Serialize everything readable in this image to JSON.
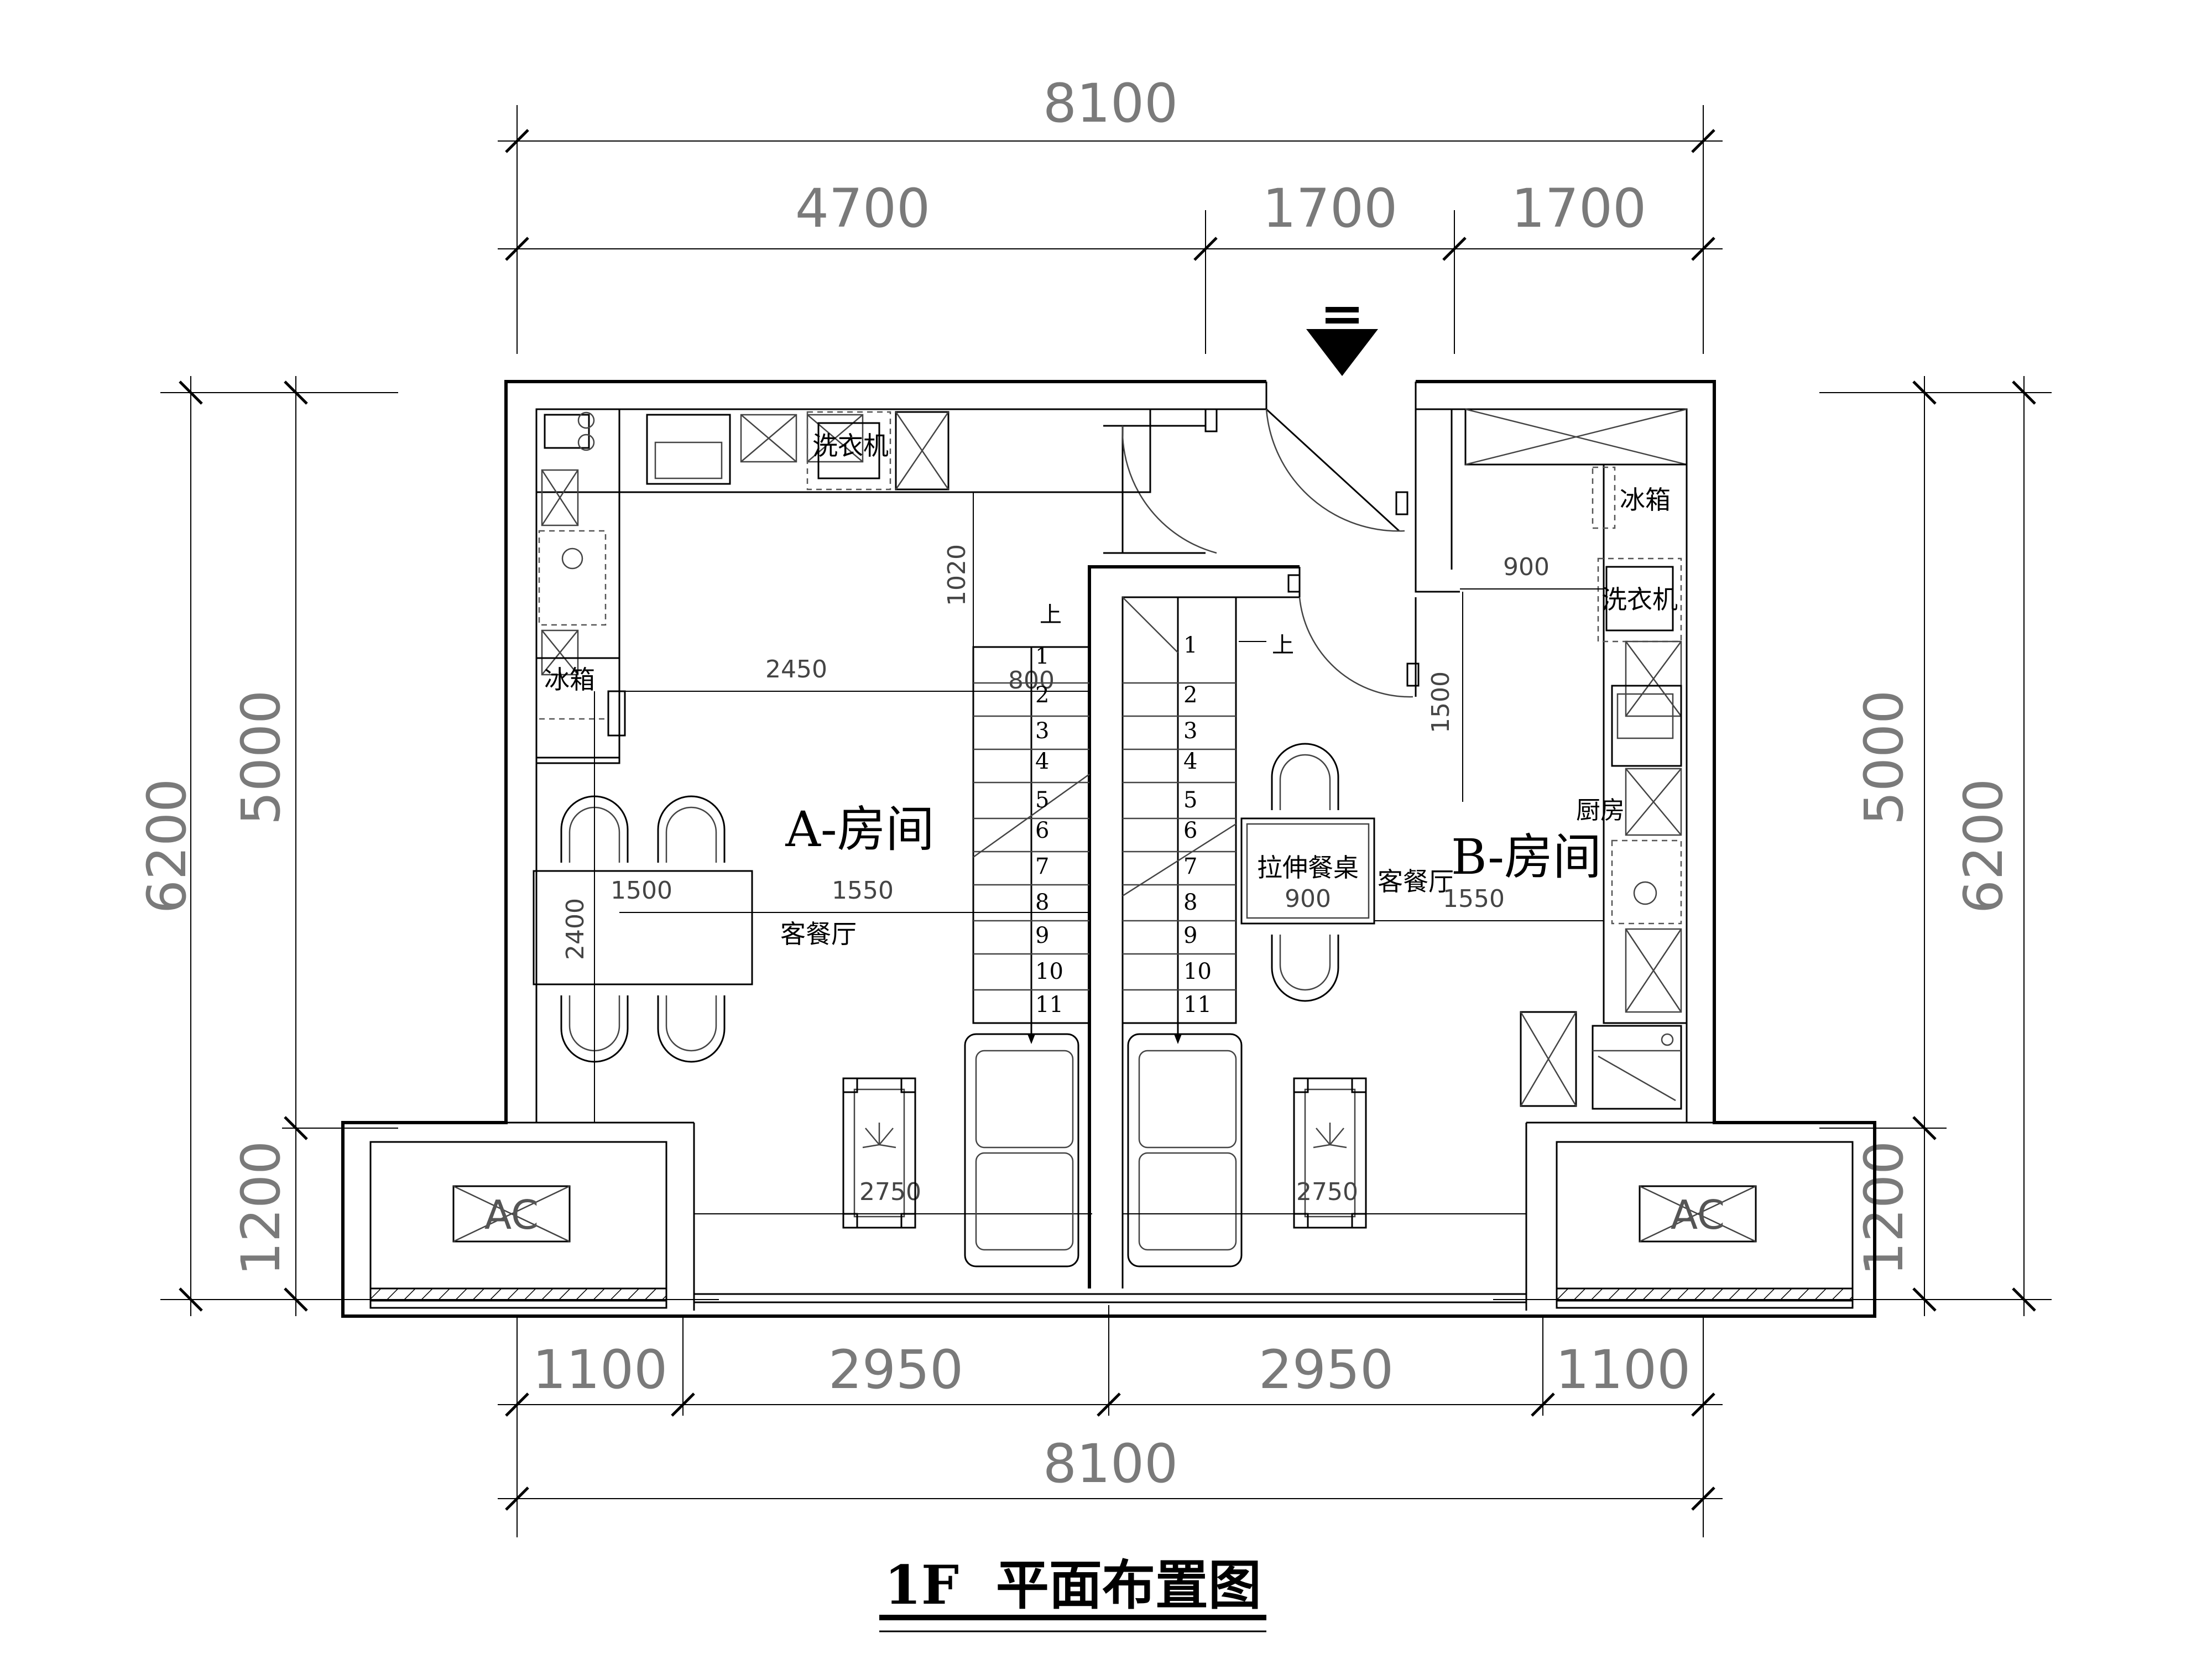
{
  "title": "1F  平面布置图",
  "rooms": {
    "room_a": "A-房间",
    "room_b": "B-房间",
    "living_dining_a": "客餐厅",
    "living_dining_b": "客餐厅",
    "kitchen_b": "厨房"
  },
  "appliances": {
    "washer_a": "洗衣机",
    "fridge_a": "冰箱",
    "washer_b": "洗衣机",
    "fridge_b": "冰箱",
    "ext_table": "拉伸餐桌",
    "ac_left": "AC",
    "ac_right": "AC"
  },
  "dimensions": {
    "top_total": "8100",
    "top_1": "4700",
    "top_2": "1700",
    "top_3": "1700",
    "left_outer": "6200",
    "left_inner": "5000",
    "left_balcony": "1200",
    "right_outer": "6200",
    "right_inner": "5000",
    "right_balcony": "1200",
    "bottom_1": "1100",
    "bottom_2": "2950",
    "bottom_3": "2950",
    "bottom_4": "1100",
    "bottom_total": "8100"
  },
  "inner_dims": {
    "d1020": "1020",
    "d2450": "2450",
    "d800": "800",
    "d1500a": "1500",
    "d1550a": "1550",
    "d2400": "2400",
    "d900top": "900",
    "d1500b": "1500",
    "d900table": "900",
    "d1550b": "1550",
    "d2750a": "2750",
    "d2750b": "2750"
  },
  "stairs": {
    "up_a": "上",
    "up_b": "上",
    "steps": [
      "1",
      "2",
      "3",
      "4",
      "5",
      "6",
      "7",
      "8",
      "9",
      "10",
      "11"
    ]
  }
}
